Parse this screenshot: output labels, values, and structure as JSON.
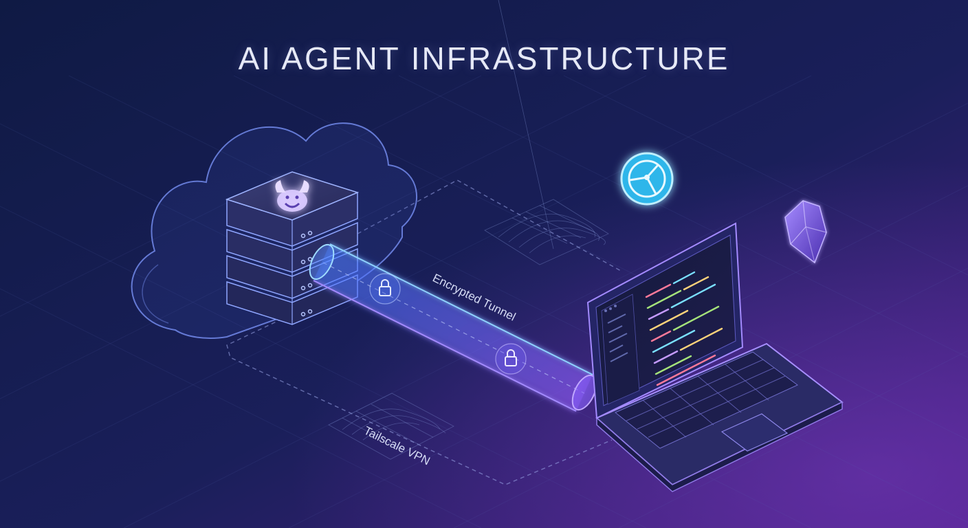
{
  "title": "AI AGENT INFRASTRUCTURE",
  "labels": {
    "tunnel": "Encrypted Tunnel",
    "vpn": "Tailscale VPN"
  },
  "icons": {
    "server_logo": "crab-logo-icon",
    "sync_badge": "sync-network-icon",
    "crystal": "obsidian-crystal-icon",
    "lock": "lock-icon"
  },
  "colors": {
    "background_top": "#0f1a44",
    "background_bottom": "#4b1f86",
    "tunnel_glow": "#5b8cff",
    "accent_cyan": "#4fd0ff",
    "accent_purple": "#8a63ff",
    "title_text": "#e6e9f7"
  }
}
